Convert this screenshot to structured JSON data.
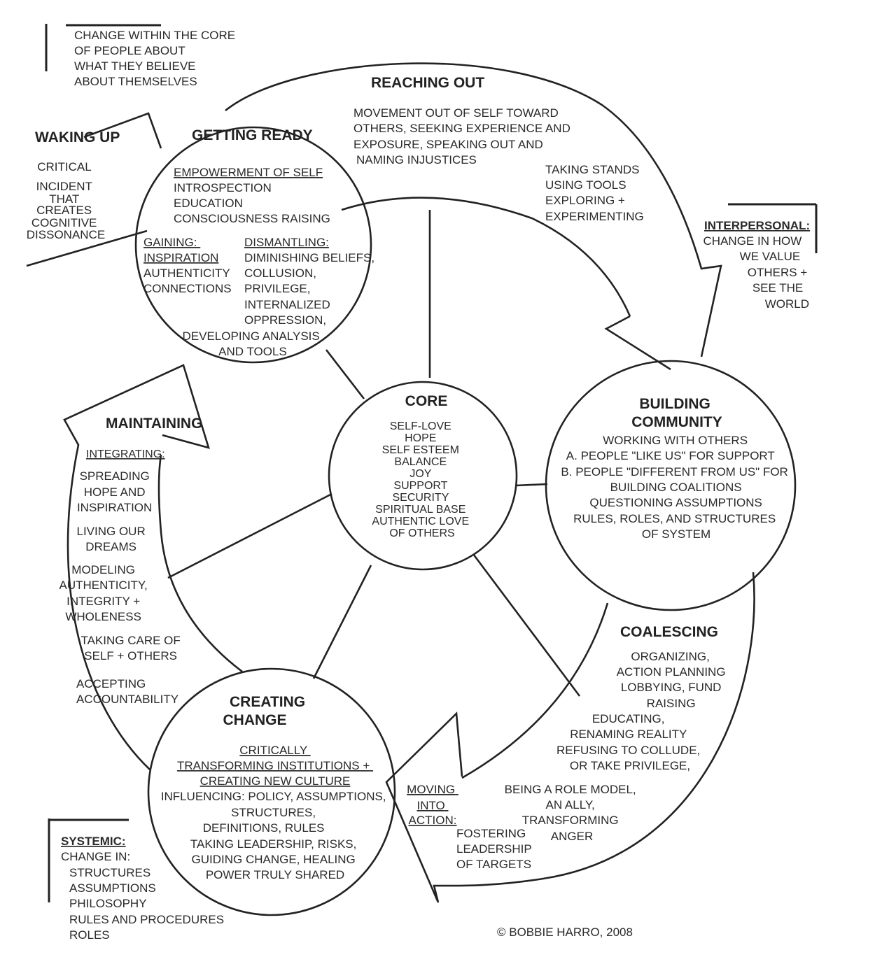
{
  "legend_core": [
    "CHANGE WITHIN THE CORE",
    "OF PEOPLE ABOUT",
    "WHAT THEY BELIEVE",
    "ABOUT THEMSELVES"
  ],
  "waking_up": {
    "title": "WAKING UP",
    "lines": [
      "CRITICAL",
      "INCIDENT",
      "THAT",
      "CREATES",
      "COGNITIVE",
      "DISSONANCE"
    ]
  },
  "getting_ready": {
    "title": "GETTING READY",
    "heading": "EMPOWERMENT OF SELF",
    "lines": [
      "INTROSPECTION",
      "EDUCATION",
      "CONSCIOUSNESS RAISING"
    ],
    "gaining_heading": [
      "GAINING:",
      "INSPIRATION"
    ],
    "gaining_lines": [
      "AUTHENTICITY",
      "CONNECTIONS"
    ],
    "dismantling_heading": "DISMANTLING:",
    "dismantling_lines": [
      "DIMINISHING  BELIEFS,",
      "COLLUSION,",
      "PRIVILEGE,",
      "INTERNALIZED",
      "OPPRESSION,"
    ],
    "analysis_lines": [
      "DEVELOPING ANALYSIS",
      "AND TOOLS"
    ]
  },
  "reaching_out": {
    "title": "REACHING OUT",
    "lines": [
      "MOVEMENT OUT OF SELF TOWARD",
      "OTHERS, SEEKING EXPERIENCE AND",
      "EXPOSURE, SPEAKING OUT AND",
      "NAMING INJUSTICES"
    ],
    "stands": [
      "TAKING STANDS",
      "USING TOOLS",
      "EXPLORING +",
      "EXPERIMENTING"
    ]
  },
  "interpersonal": {
    "heading": "INTERPERSONAL:",
    "lines": [
      "CHANGE IN HOW",
      "WE VALUE",
      "OTHERS +",
      "SEE THE",
      "WORLD"
    ]
  },
  "core": {
    "title": "CORE",
    "lines": [
      "SELF-LOVE",
      "HOPE",
      "SELF ESTEEM",
      "BALANCE",
      "JOY",
      "SUPPORT",
      "SECURITY",
      "SPIRITUAL BASE",
      "AUTHENTIC LOVE",
      "OF OTHERS"
    ]
  },
  "building_community": {
    "title": [
      "BUILDING",
      "COMMUNITY"
    ],
    "lines": [
      "WORKING WITH OTHERS",
      "A. PEOPLE \"LIKE US\" FOR SUPPORT",
      "B. PEOPLE \"DIFFERENT FROM US\" FOR",
      "BUILDING COALITIONS",
      "QUESTIONING ASSUMPTIONS",
      "RULES, ROLES, AND STRUCTURES",
      "OF SYSTEM"
    ]
  },
  "maintaining": {
    "title": "MAINTAINING",
    "heading": "INTEGRATING:",
    "groups": [
      [
        "SPREADING",
        "HOPE AND",
        "INSPIRATION"
      ],
      [
        "LIVING OUR",
        "DREAMS"
      ],
      [
        "MODELING",
        "AUTHENTICITY,",
        "INTEGRITY +",
        "WHOLENESS"
      ],
      [
        "TAKING CARE OF",
        "SELF + OTHERS"
      ],
      [
        "ACCEPTING",
        "ACCOUNTABILITY"
      ]
    ]
  },
  "coalescing": {
    "title": "COALESCING",
    "lines": [
      "ORGANIZING,",
      "ACTION PLANNING",
      "LOBBYING, FUND",
      "RAISING",
      "EDUCATING,",
      "RENAMING REALITY",
      "REFUSING TO COLLUDE,",
      "OR TAKE PRIVILEGE,"
    ],
    "role_model": [
      "BEING A ROLE MODEL,",
      "AN ALLY,",
      "TRANSFORMING",
      "ANGER"
    ]
  },
  "moving_into_action": {
    "heading": [
      "MOVING",
      "INTO",
      "ACTION:"
    ],
    "lines": [
      "FOSTERING",
      "LEADERSHIP",
      "OF TARGETS"
    ]
  },
  "creating_change": {
    "title": [
      "CREATING",
      "CHANGE"
    ],
    "underlined": [
      "CRITICALLY",
      "TRANSFORMING INSTITUTIONS +",
      "CREATING NEW CULTURE"
    ],
    "lines": [
      "INFLUENCING: POLICY, ASSUMPTIONS,",
      "STRUCTURES,",
      "DEFINITIONS, RULES",
      "TAKING LEADERSHIP, RISKS,",
      "GUIDING CHANGE, HEALING",
      "POWER TRULY SHARED"
    ]
  },
  "systemic": {
    "heading": "SYSTEMIC:",
    "lines": [
      "CHANGE IN:",
      "STRUCTURES",
      "ASSUMPTIONS",
      "PHILOSOPHY",
      "RULES AND  PROCEDURES",
      "ROLES"
    ]
  },
  "copyright": "©  BOBBIE HARRO, 2008"
}
